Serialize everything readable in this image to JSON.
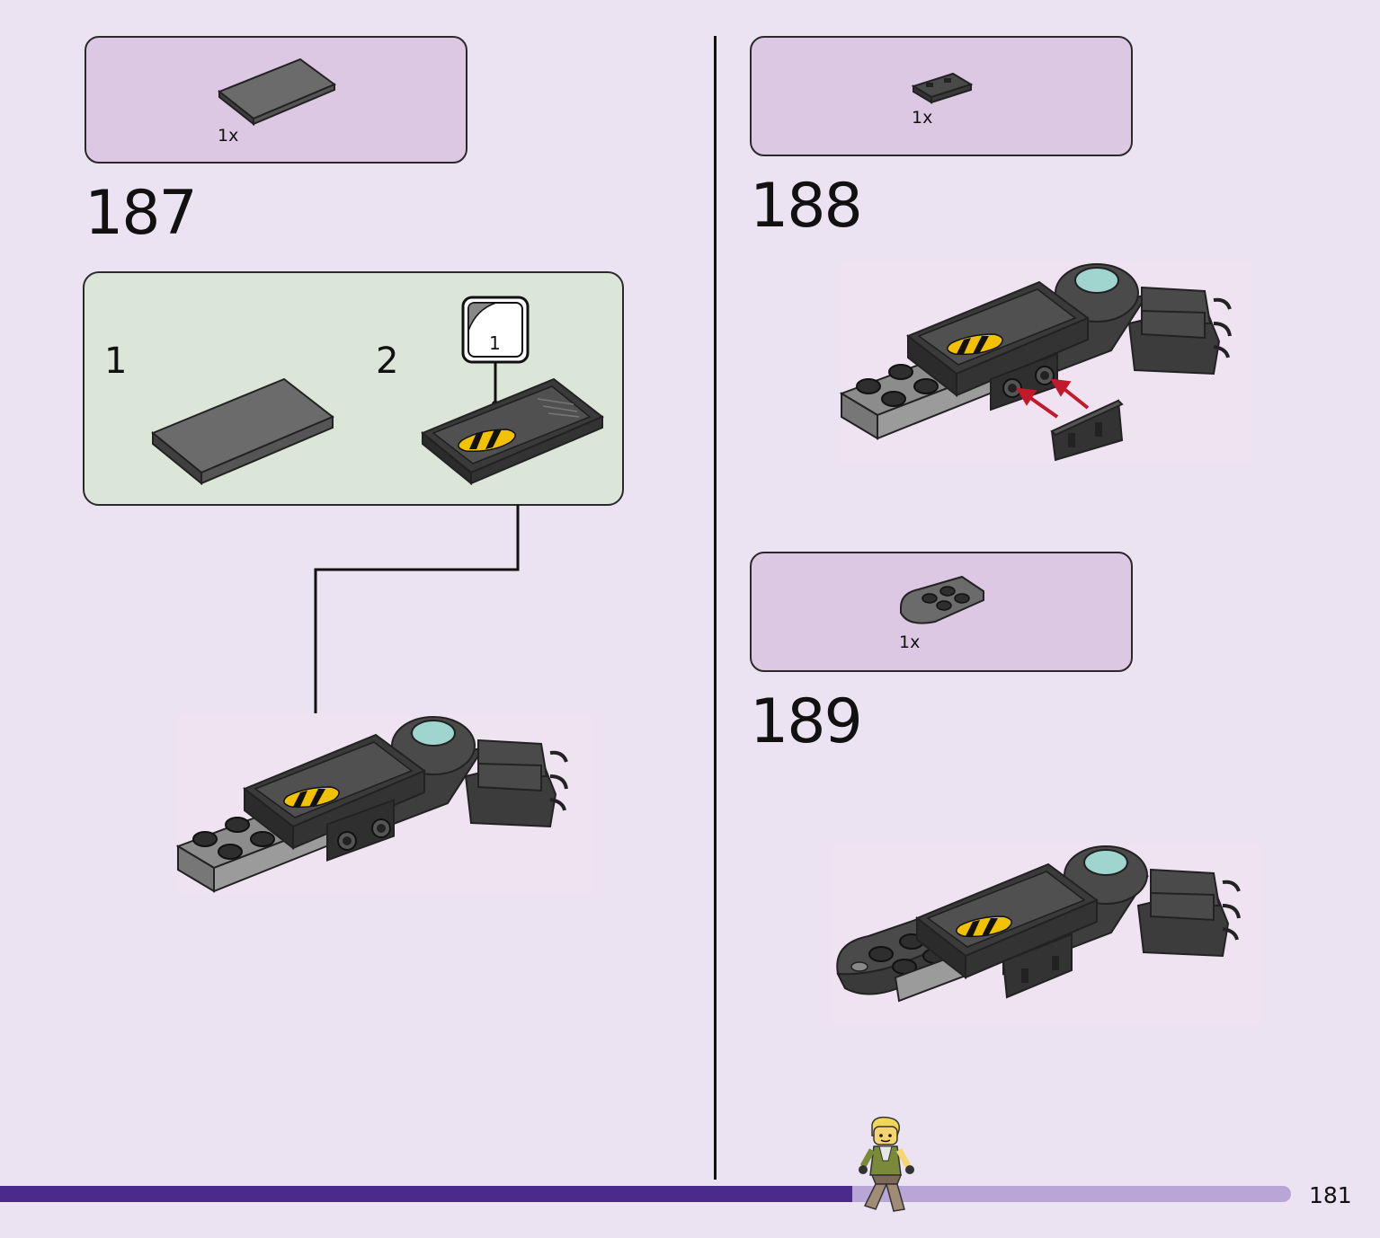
{
  "steps": [
    {
      "number": "187",
      "parts_qty": "1x",
      "substeps": [
        "1",
        "2"
      ],
      "sticker_number": "1"
    },
    {
      "number": "188",
      "parts_qty": "1x"
    },
    {
      "number": "189",
      "parts_qty": "1x"
    }
  ],
  "page_number": "181",
  "progress": 0.66,
  "colors": {
    "page_bg": "#ebe3f1",
    "parts_callout": "#dcc8e3",
    "substep_box": "#dbe5d8",
    "progress_fill": "#4a2a8a",
    "progress_track": "#b9a5d6",
    "brick_dark": "#4a4a4a",
    "stripe_yellow": "#f2c200",
    "arrow_red": "#c4182b",
    "transparent_teal": "#9fd4cf"
  }
}
